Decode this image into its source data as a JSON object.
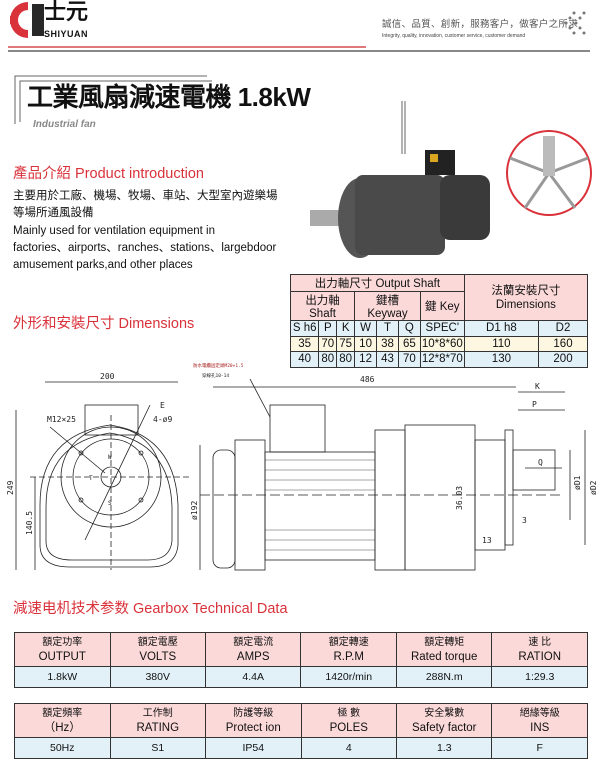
{
  "header": {
    "brand_cn": "士元",
    "brand_en": "SHIYUAN",
    "slogan_cn": "誠信、品質、創新，服務客户，做客户之所求",
    "slogan_en": "Integrity, quality, innovation, customer service, customer demand",
    "brand_color": "#d9323a"
  },
  "title": {
    "main": "工業風扇減速電機 1.8kW",
    "sub": "Industrial fan"
  },
  "intro": {
    "heading": "產品介紹 Product introduction",
    "lines": [
      "主要用於工廠、機場、牧場、車站、大型室內遊樂場",
      "等場所通風設備",
      "Mainly used for ventilation equipment in",
      "factories、airports、ranches、stations、largebdoor",
      "amusement parks,and other places"
    ]
  },
  "dimensions": {
    "heading": "外形和安裝尺寸 Dimensions",
    "drawing_labels": {
      "width": "200",
      "height": "249",
      "center_height": "140.5",
      "m12": "M12×25",
      "e": "E",
      "holes": "4-ø9",
      "w": "W",
      "t": "T",
      "s": "S",
      "length": "486",
      "note1": "防水電纜固定頭M20×1.5",
      "note2": "穿線孔10-14",
      "dia": "ø192",
      "d36": "36.03",
      "k": "K",
      "p": "P",
      "q": "Q",
      "d1": "øD1",
      "d2": "øD2",
      "n3": "3",
      "n13": "13"
    }
  },
  "shaft_table": {
    "group1": "出力軸尺寸 Output Shaft",
    "group2": "法蘭安裝尺寸 Dimensions",
    "sub": [
      "出力軸 Shaft",
      "鍵槽 Keyway",
      "鍵 Key"
    ],
    "cols": [
      "S h6",
      "P",
      "K",
      "W",
      "T",
      "Q",
      "SPEC'",
      "D1 h8",
      "D2"
    ],
    "rows": [
      [
        "35",
        "70",
        "75",
        "10",
        "38",
        "65",
        "10*8*60",
        "110",
        "160"
      ],
      [
        "40",
        "80",
        "80",
        "12",
        "43",
        "70",
        "12*8*70",
        "130",
        "200"
      ]
    ]
  },
  "tech": {
    "heading": "減速电机技术参数 Gearbox Technical Data",
    "t1": {
      "cn": [
        "額定功率",
        "額定電壓",
        "額定電流",
        "額定轉速",
        "額定轉矩",
        "速 比"
      ],
      "en": [
        "OUTPUT",
        "VOLTS",
        "AMPS",
        "R.P.M",
        "Rated torque",
        "RATION"
      ],
      "values": [
        "1.8kW",
        "380V",
        "4.4A",
        "1420r/min",
        "288N.m",
        "1:29.3"
      ]
    },
    "t2": {
      "cn": [
        "額定頻率",
        "工作制",
        "防護等級",
        "極 數",
        "安全繫數",
        "絕緣等級"
      ],
      "en": [
        "（Hz）",
        "RATING",
        "Protect ion",
        "POLES",
        "Safety factor",
        "INS"
      ],
      "values": [
        "50Hz",
        "S1",
        "IP54",
        "4",
        "1.3",
        "F"
      ]
    }
  }
}
